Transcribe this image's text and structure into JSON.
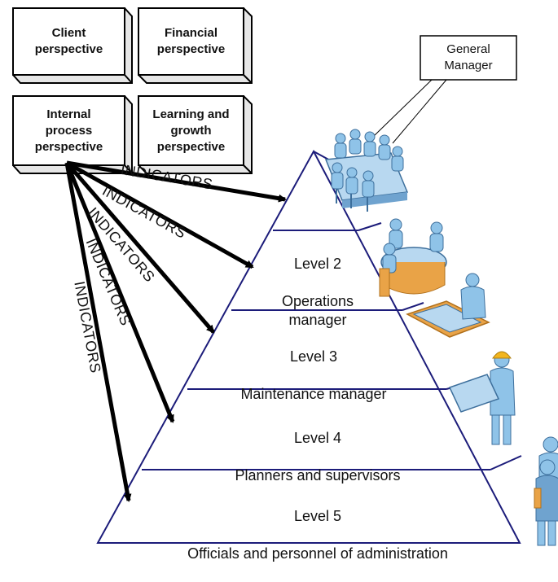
{
  "perspectives": {
    "client": "Client\nperspective",
    "financial": "Financial\nperspective",
    "internal": "Internal\nprocess\nperspective",
    "learning": "Learning and\ngrowth\nperspective"
  },
  "general_manager": "General\nManager",
  "levels": [
    {
      "title": "Level 2",
      "role": "Operations\nmanager"
    },
    {
      "title": "Level 3",
      "role": "Maintenance manager"
    },
    {
      "title": "Level 4",
      "role": "Planners and supervisors"
    },
    {
      "title": "Level 5",
      "role": "Officials and personnel of administration"
    }
  ],
  "indicators": [
    "INDICATORS",
    "INDICATORS",
    "INDICATORS",
    "INDICATORS",
    "INDICATORS"
  ],
  "colors": {
    "pyramid_stroke": "#1c1c7a",
    "figure_blue": "#8fc3e8",
    "figure_dark": "#3d6f9c",
    "table_orange": "#e9a347",
    "helmet_yellow": "#f2b51e"
  }
}
